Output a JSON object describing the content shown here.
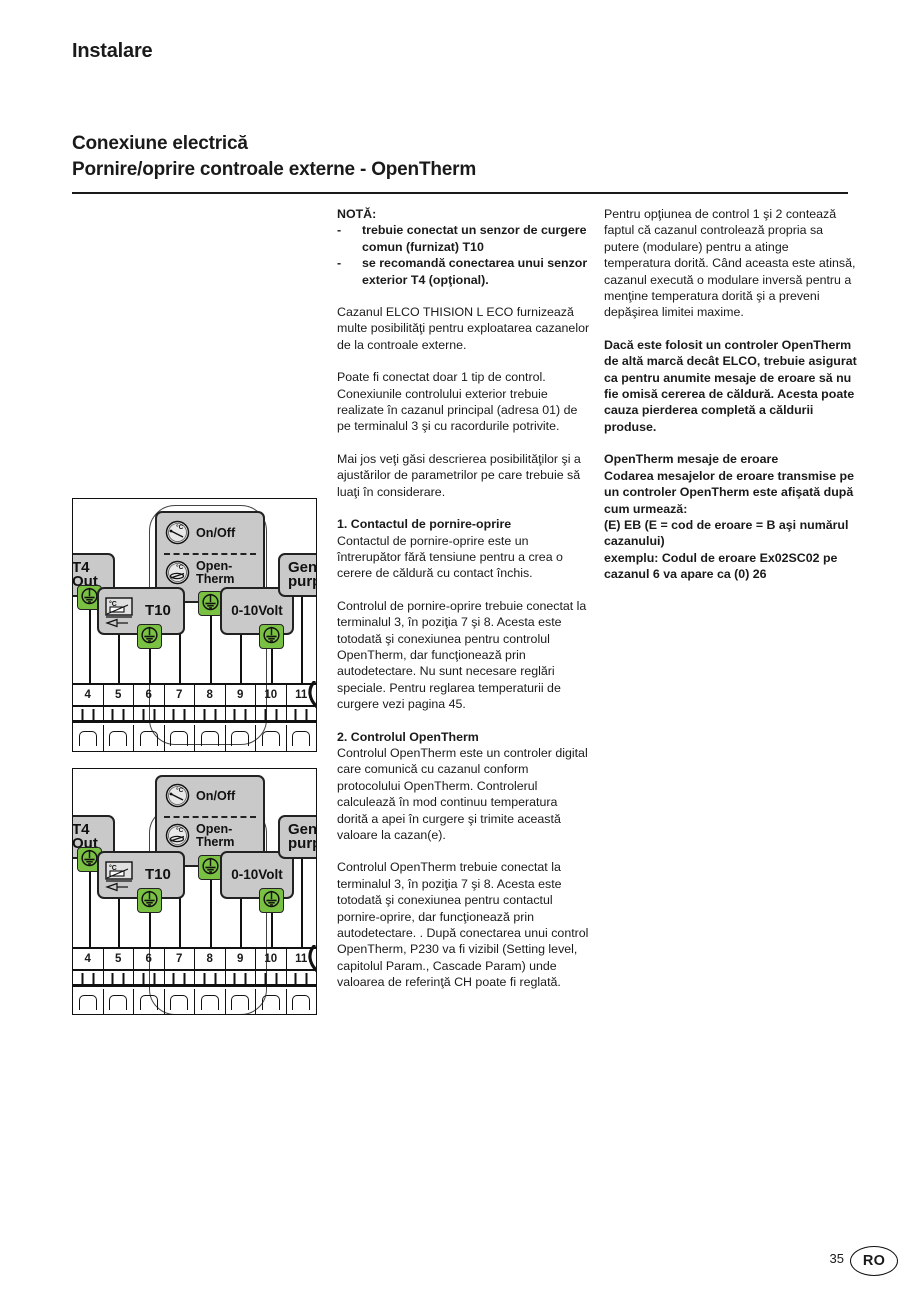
{
  "header": {
    "chapter": "Instalare",
    "section_line1": "Conexiune electrică",
    "section_line2": "Pornire/oprire controale externe - OpenTherm"
  },
  "middle_column": {
    "note_heading": "NOTĂ:",
    "note_items": [
      "trebuie conectat un senzor de curgere comun (furnizat) T10",
      "se recomandă conectarea unui senzor exterior T4 (opţional)."
    ],
    "note_dash": "-",
    "paragraphs": [
      "Cazanul ELCO THISION L ECO furnizează multe posibilităţi pentru exploatarea cazanelor de la controale externe.",
      "Poate fi conectat doar 1 tip de control. Conexiunile controlului exterior trebuie realizate în cazanul principal (adresa 01) de pe terminalul 3 şi cu racordurile potrivite.",
      "Mai jos veţi găsi descrierea posibilităţilor şi a ajustărilor de parametrilor pe care trebuie să luaţi în considerare."
    ],
    "s1_heading": "1. Contactul de pornire-oprire",
    "s1_paragraphs": [
      "Contactul de pornire-oprire este un întrerupător fără tensiune pentru a crea o cerere de căldură cu contact închis.",
      "Controlul de pornire-oprire trebuie conectat la terminalul 3, în poziţia 7 şi 8. Acesta este totodată şi conexiunea pentru controlul OpenTherm, dar funcţionează prin autodetectare. Nu sunt necesare reglări speciale. Pentru reglarea temperaturii de curgere vezi pagina 45."
    ],
    "s2_heading": "2. Controlul OpenTherm",
    "s2_paragraphs": [
      "Controlul OpenTherm este un controler digital care comunică cu cazanul conform protocolului OpenTherm. Controlerul calculează în mod continuu temperatura dorită a apei în curgere şi trimite această valoare la cazan(e).",
      "Controlul OpenTherm trebuie conectat la terminalul 3, în poziţia 7 şi 8. Acesta este totodată şi conexiunea pentru contactul pornire-oprire, dar funcţionează prin autodetectare. . După conectarea unui control OpenTherm, P230 va fi vizibil (Setting level, capitolul Param., Cascade Param) unde valoarea de referinţă CH poate fi reglată."
    ]
  },
  "right_column": {
    "paragraph_1": "Pentru opţiunea de control 1 şi 2 contează faptul că cazanul controlează propria sa putere (modulare) pentru a atinge temperatura dorită. Când aceasta este atinsă, cazanul execută o modulare inversă pentru a menţine temperatura dorită şi a preveni depăşirea limitei maxime.",
    "bold_warning": "Dacă este folosit un controler OpenTherm de altă marcă decât ELCO, trebuie asigurat ca pentru anumite mesaje de eroare să nu fie omisă cererea de căldură. Acesta poate cauza pierderea completă a căldurii produse.",
    "error_block_line1": "OpenTherm mesaje de eroare",
    "error_block_line2": "Codarea mesajelor de eroare transmise pe  un controler OpenTherm este afişată după cum urmează:",
    "error_block_line3": "(E) EB (E = cod de eroare = B aşi numărul cazanului)",
    "error_block_line4": "exemplu: Codul de eroare Ex02SC02 pe cazanul 6 va apare ca (0) 26"
  },
  "diagram": {
    "labels": {
      "t4_line1": "T4",
      "t4_line2": "Out",
      "onoff": "On/Off",
      "opentherm_line1": "Open-",
      "opentherm_line2": "Therm",
      "t10": "T10",
      "volt": "0-10Volt",
      "gen_line1": "Gen",
      "gen_line2": "purp",
      "celsius": "°C"
    },
    "terminals": [
      "4",
      "5",
      "6",
      "7",
      "8",
      "9",
      "10",
      "11"
    ],
    "colors": {
      "connector_green": "#7ac143",
      "box_grey": "#c9c9c9",
      "outline": "#222222"
    }
  },
  "footer": {
    "page_number": "35",
    "locale": "RO"
  }
}
